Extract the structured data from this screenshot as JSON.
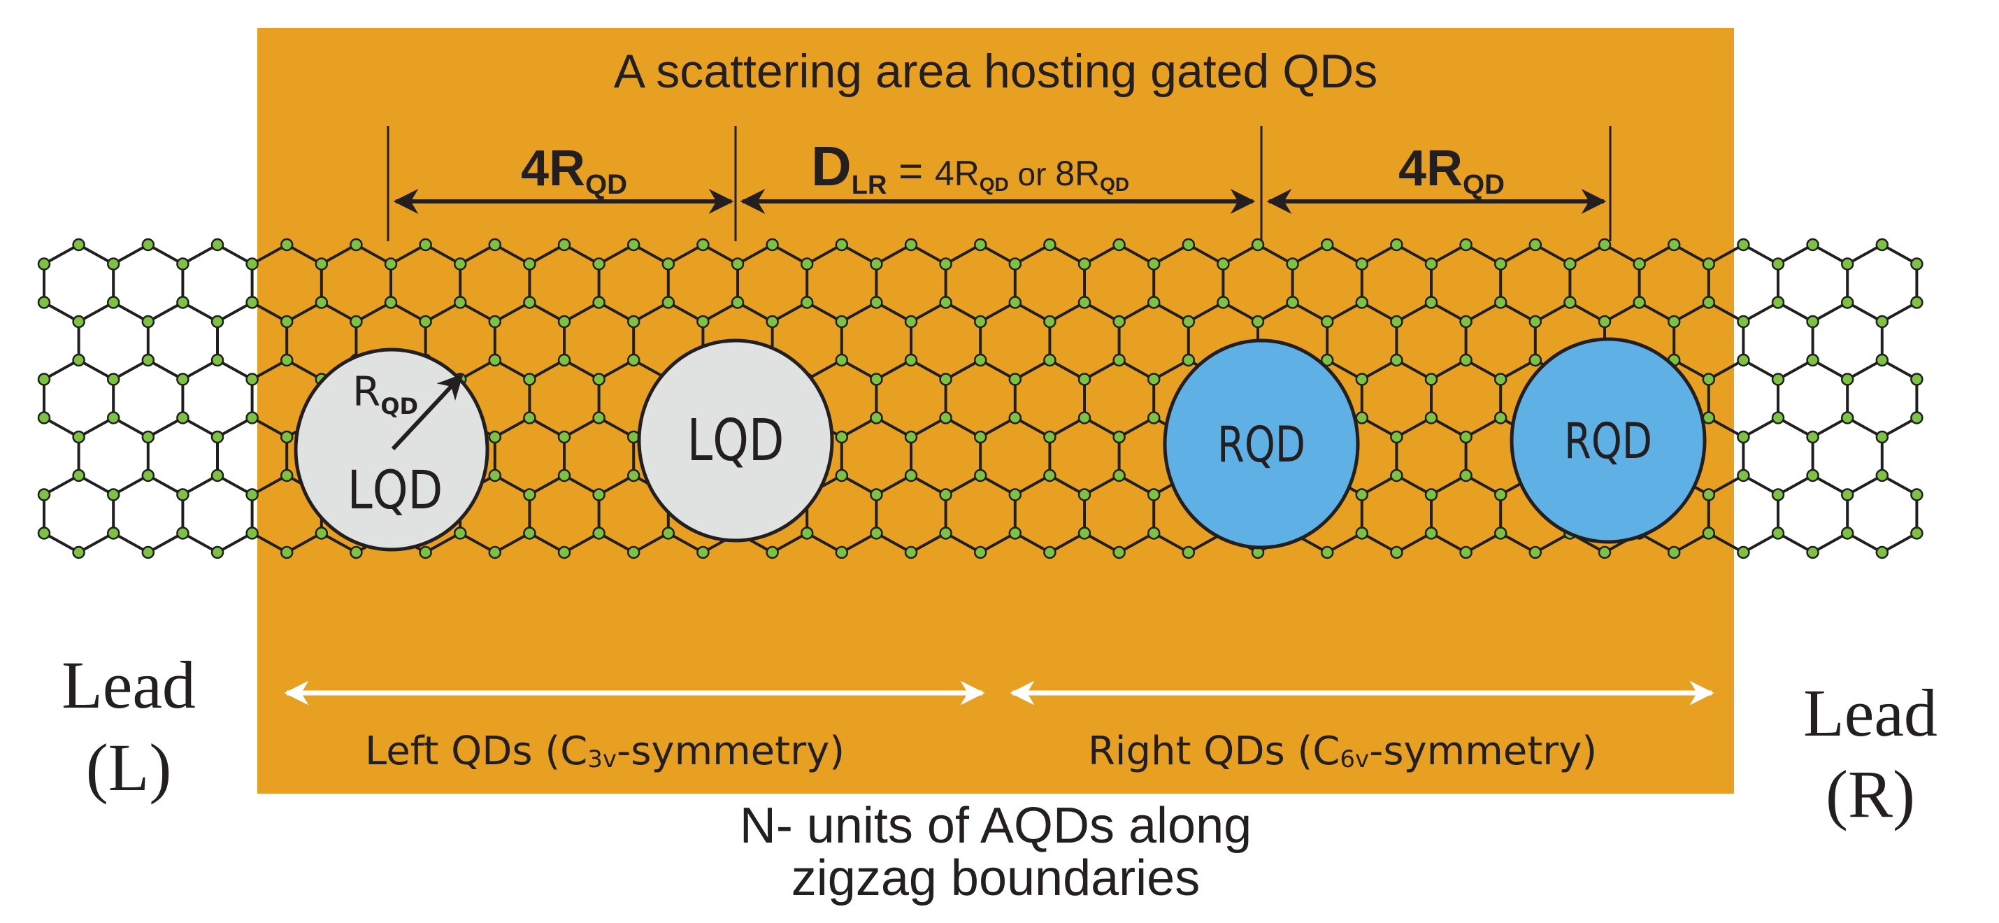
{
  "colors": {
    "scatter_area": "#E8A022",
    "lattice_bond": "#1f1f1f",
    "lattice_atom": "#7DC242",
    "lqd_fill": "#E0E1E1",
    "rqd_fill": "#5FB0E4",
    "dim_line": "#231f20",
    "symmetry_arrow": "#ffffff"
  },
  "title": "A scattering area hosting gated QDs",
  "dimensions": {
    "left_span": {
      "main": "4R",
      "sub": "QD"
    },
    "center_span": {
      "d_main": "D",
      "d_sub": "LR",
      "equals": " = ",
      "opt1_main": "4R",
      "opt1_sub": "QD",
      "or": " or ",
      "opt2_main": "8R",
      "opt2_sub": "QD"
    },
    "right_span": {
      "main": "4R",
      "sub": "QD"
    }
  },
  "quantum_dots": [
    {
      "label": "LQD",
      "kind": "left",
      "radius_label": {
        "main": "R",
        "sub": "QD"
      }
    },
    {
      "label": "LQD",
      "kind": "left"
    },
    {
      "label": "RQD",
      "kind": "right"
    },
    {
      "label": "RQD",
      "kind": "right"
    }
  ],
  "leads": {
    "left": {
      "line1": "Lead",
      "line2": "(L)"
    },
    "right": {
      "line1": "Lead",
      "line2": "(R)"
    }
  },
  "symmetry_labels": {
    "left": {
      "prefix": "Left QDs (C",
      "sub": "3v",
      "suffix": "-symmetry)"
    },
    "right": {
      "prefix": "Right QDs (C",
      "sub": "6v",
      "suffix": "-symmetry)"
    }
  },
  "caption": {
    "line1": "N- units of AQDs along",
    "line2": "zigzag boundaries"
  }
}
